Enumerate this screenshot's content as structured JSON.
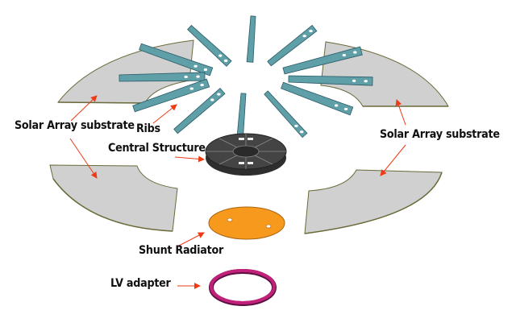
{
  "diagram": {
    "title": "Exploded view of spacecraft structure",
    "colors": {
      "substrate_fill": "#d0d0d0",
      "substrate_edge": "#6b6a3a",
      "rib_fill": "#5f9fa8",
      "rib_edge": "#2c5a66",
      "central_structure": "#3d3d3d",
      "shunt_radiator": "#f7991c",
      "lv_adapter": "#c2207a",
      "arrow": "#ee3a16",
      "label_text": "#111111"
    },
    "components": [
      {
        "id": "solar-array-substrate",
        "count": 4
      },
      {
        "id": "ribs",
        "count": 12
      },
      {
        "id": "central-structure",
        "count": 1
      },
      {
        "id": "shunt-radiator",
        "count": 1
      },
      {
        "id": "lv-adapter",
        "count": 1
      }
    ],
    "labels": {
      "solar_array_left": "Solar Array substrate",
      "solar_array_right": "Solar Array substrate",
      "ribs": "Ribs",
      "central_structure": "Central Structure",
      "shunt_radiator": "Shunt Radiator",
      "lv_adapter": "LV adapter"
    }
  }
}
